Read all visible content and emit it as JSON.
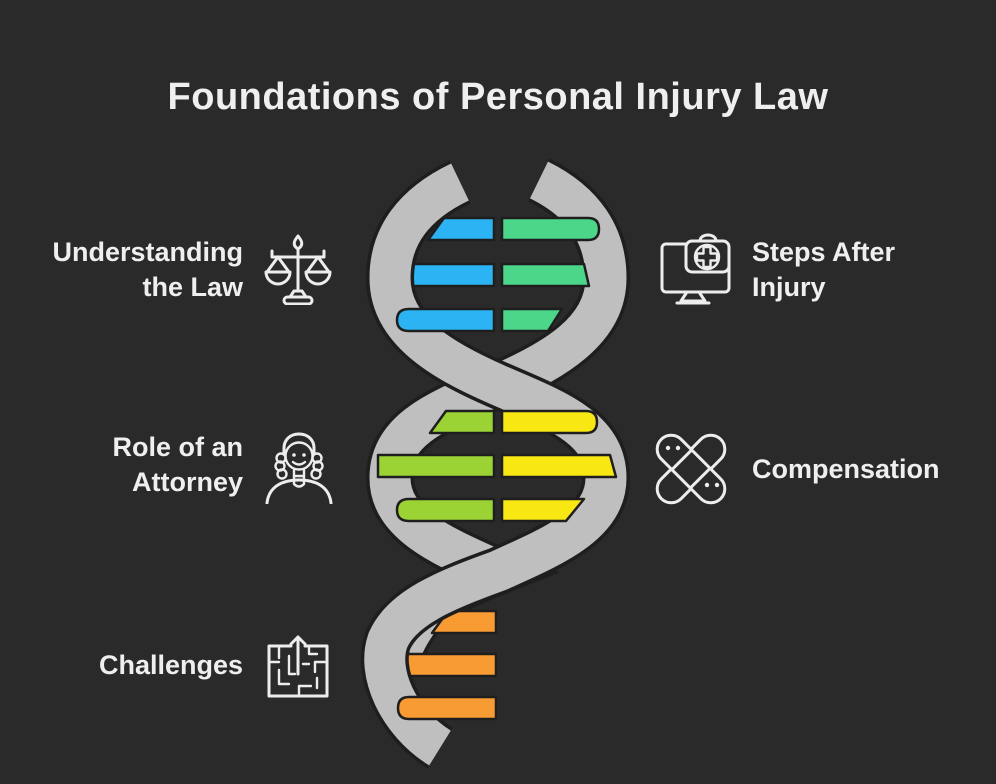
{
  "title": "Foundations of Personal Injury Law",
  "colors": {
    "background": "#2B2A2A",
    "text": "#F0EFEF",
    "icon": "#EDEDED",
    "strand": "#C0BFBF",
    "outline": "#1E1E1E",
    "rung_blue": "#2BB3F3",
    "rung_green": "#4BD689",
    "rung_lime": "#9BD334",
    "rung_yellow": "#F8E713",
    "rung_orange": "#F89B33"
  },
  "sections": {
    "left": [
      {
        "label_lines": [
          "Understanding",
          "the Law"
        ],
        "icon": "scales-of-justice"
      },
      {
        "label_lines": [
          "Role of an",
          "Attorney"
        ],
        "icon": "attorney"
      },
      {
        "label_lines": [
          "Challenges"
        ],
        "icon": "maze"
      }
    ],
    "right": [
      {
        "label_lines": [
          "Steps After",
          "Injury"
        ],
        "icon": "monitor-first-aid"
      },
      {
        "label_lines": [
          "Compensation"
        ],
        "icon": "crossed-bandages"
      }
    ]
  },
  "dna": {
    "strands": 2,
    "rung_sections": [
      {
        "position": "top",
        "left_color": "blue",
        "right_color": "green",
        "rung_count": 3
      },
      {
        "position": "middle",
        "left_color": "lime",
        "right_color": "yellow",
        "rung_count": 3
      },
      {
        "position": "bottom",
        "left_color": "orange",
        "right_color": "none",
        "rung_count": 3
      }
    ]
  }
}
